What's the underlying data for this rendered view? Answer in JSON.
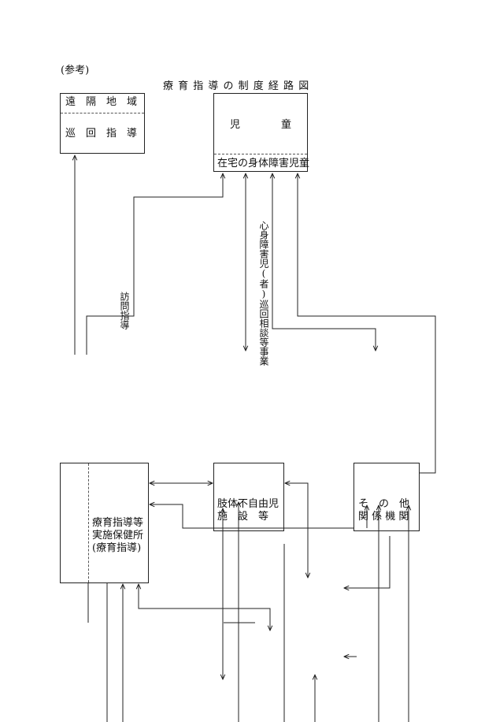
{
  "note": "(参考)",
  "title": "療 育 指 導 の 制 度 経 路 図",
  "nodes": {
    "remote_area": {
      "line1": "遠　隔　地　域",
      "line2": "巡　回　指　導"
    },
    "child": {
      "label": "児　　　　童",
      "sub": "在宅の身体障害児童"
    },
    "health_center": {
      "line1": "療育指導等",
      "line2": "実施保健所",
      "line3": "(療育指導)"
    },
    "facility": {
      "line1": "肢体不自由児",
      "line2": "施　設　等"
    },
    "other": {
      "line1": "そ　の　他",
      "line2": "関 係 機 関"
    }
  },
  "edges": {
    "visit_label": "訪問指導",
    "consult_label": "心身障害児(者)巡回相談等事業"
  },
  "colors": {
    "line": "#222222",
    "background": "#ffffff"
  }
}
